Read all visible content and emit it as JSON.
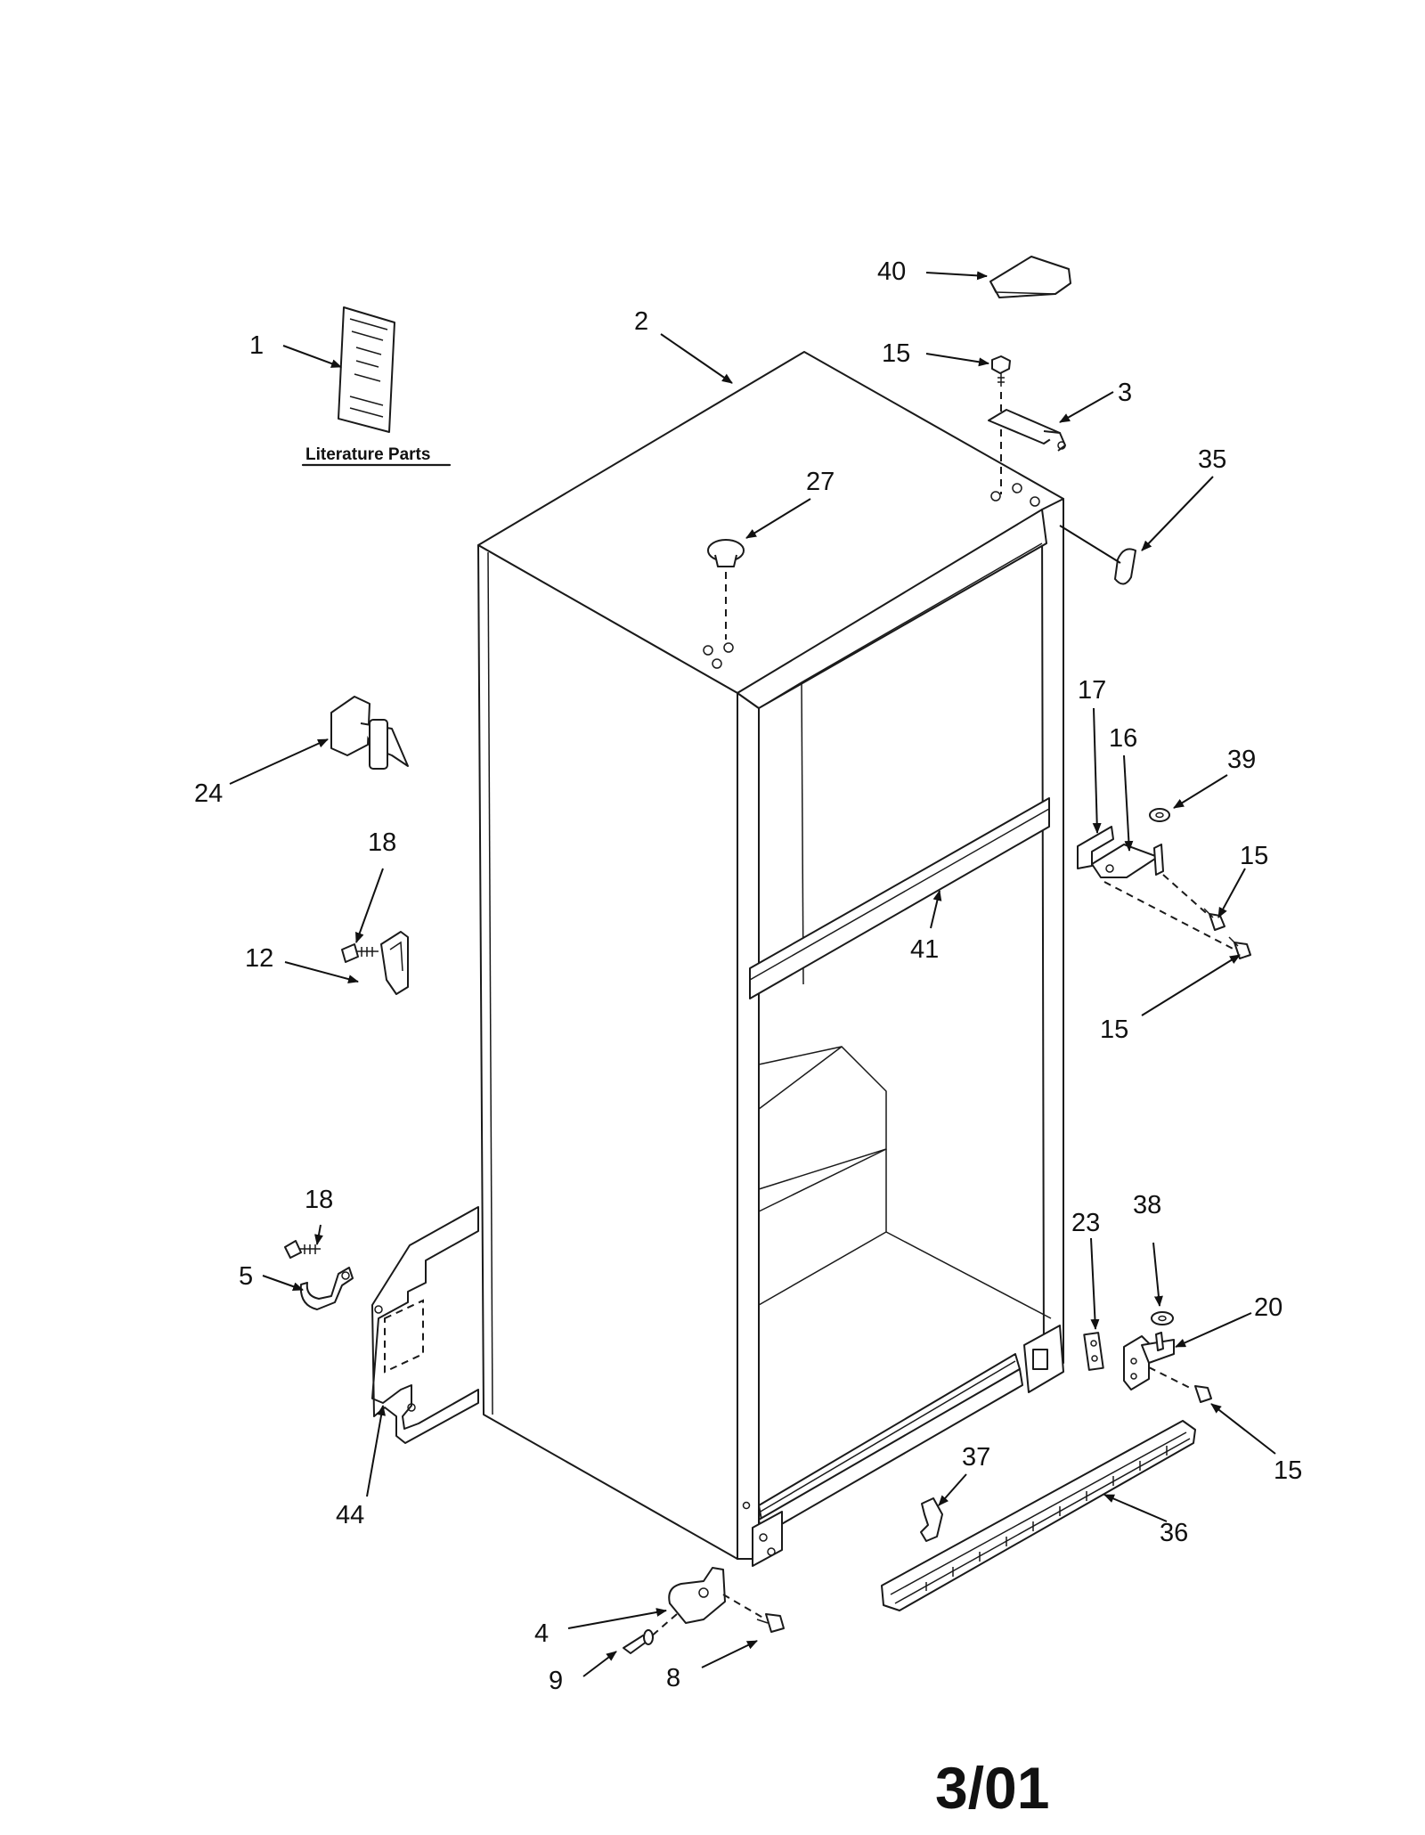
{
  "literature": {
    "label": "Literature Parts"
  },
  "date_code": "3/01",
  "callouts": [
    {
      "id": "c1",
      "text": "1"
    },
    {
      "id": "c2",
      "text": "2"
    },
    {
      "id": "c3",
      "text": "3"
    },
    {
      "id": "c4",
      "text": "4"
    },
    {
      "id": "c5",
      "text": "5"
    },
    {
      "id": "c8",
      "text": "8"
    },
    {
      "id": "c9",
      "text": "9"
    },
    {
      "id": "c12",
      "text": "12"
    },
    {
      "id": "c15a",
      "text": "15"
    },
    {
      "id": "c15b",
      "text": "15"
    },
    {
      "id": "c15c",
      "text": "15"
    },
    {
      "id": "c15d",
      "text": "15"
    },
    {
      "id": "c16",
      "text": "16"
    },
    {
      "id": "c17",
      "text": "17"
    },
    {
      "id": "c18a",
      "text": "18"
    },
    {
      "id": "c18b",
      "text": "18"
    },
    {
      "id": "c20",
      "text": "20"
    },
    {
      "id": "c23",
      "text": "23"
    },
    {
      "id": "c24",
      "text": "24"
    },
    {
      "id": "c27",
      "text": "27"
    },
    {
      "id": "c35",
      "text": "35"
    },
    {
      "id": "c36",
      "text": "36"
    },
    {
      "id": "c37",
      "text": "37"
    },
    {
      "id": "c38",
      "text": "38"
    },
    {
      "id": "c39",
      "text": "39"
    },
    {
      "id": "c40",
      "text": "40"
    },
    {
      "id": "c41",
      "text": "41"
    },
    {
      "id": "c44",
      "text": "44"
    }
  ]
}
